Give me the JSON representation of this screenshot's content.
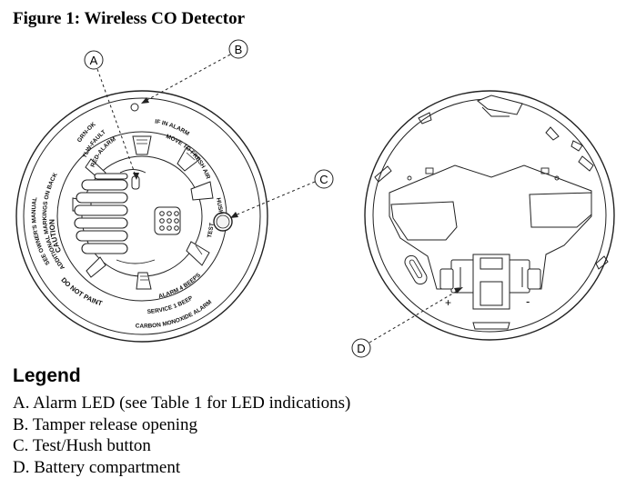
{
  "title": "Figure 1: Wireless CO Detector",
  "callouts": {
    "a": "A",
    "b": "B",
    "c": "C",
    "d": "D"
  },
  "detector_labels": {
    "grn_ok": "GRN-OK",
    "ylw_fault": "YLW-FAULT",
    "red_alarm": "RED-ALARM",
    "caution": "CAUTION",
    "additional_markings": "ADDITIONAL MARKINGS ON BACK",
    "see_manual": "SEE OWNER'S MANUAL",
    "do_not_paint": "DO NOT PAINT",
    "move_fresh_air_1": "IF IN ALARM",
    "move_fresh_air_2": "MOVE TO FRESH AIR",
    "hush": "HUSH",
    "test": "TEST",
    "alarm_beeps": "ALARM 4 BEEPS",
    "service_beep": "SERVICE 1 BEEP",
    "carbon_monoxide": "CARBON MONOXIDE ALARM"
  },
  "battery_polarity": {
    "plus": "+",
    "minus": "-"
  },
  "legend": {
    "heading": "Legend",
    "items": [
      "A. Alarm LED (see Table 1 for LED indications)",
      "B. Tamper release opening",
      "C. Test/Hush button",
      "D. Battery compartment"
    ]
  }
}
